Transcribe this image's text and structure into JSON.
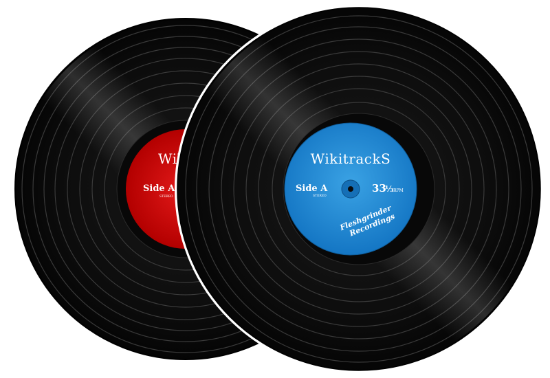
{
  "records": {
    "back": {
      "label_color": "#d10000",
      "brand": "WikitrackS",
      "side": "Side A",
      "stereo": "STEREO"
    },
    "front": {
      "label_color": "#1f8fd6",
      "brand": "WikitrackS",
      "side": "Side A",
      "stereo": "STEREO",
      "speed_whole": "33",
      "speed_fraction": "⅓",
      "speed_unit": "RPM",
      "publisher_line1": "Fleshgrinder",
      "publisher_line2": "Recordings"
    }
  },
  "colors": {
    "vinyl": "#0c0c0c",
    "groove": "#3a3a3a",
    "outline": "#000000"
  }
}
